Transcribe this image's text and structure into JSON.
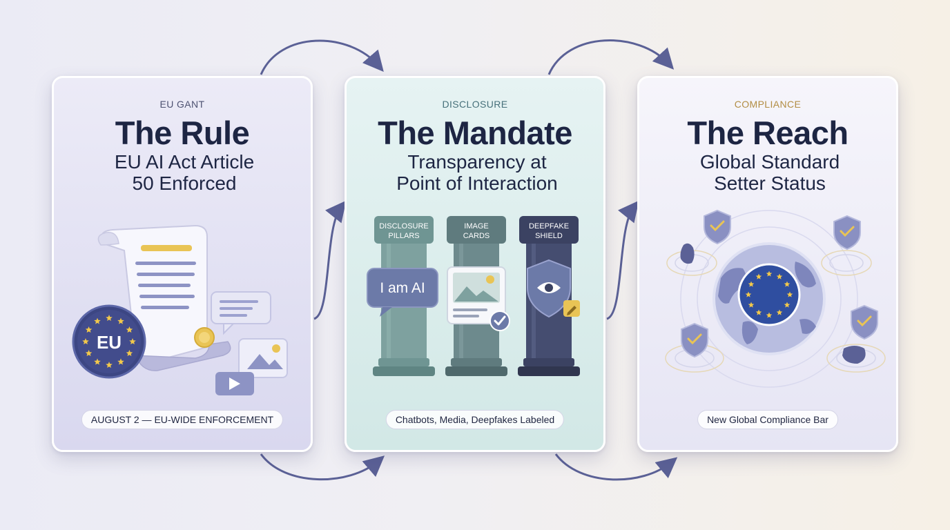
{
  "cards": [
    {
      "eyebrow": "EU GANT",
      "title": "The Rule",
      "subtitle_line1": "EU AI Act Article",
      "subtitle_line2": "50 Enforced",
      "footer": "AUGUST 2 — EU-WIDE ENFORCEMENT",
      "seal_label": "EU",
      "icons": [
        "document-scroll-icon",
        "eu-seal-icon",
        "chat-bubble-icon",
        "image-icon",
        "video-play-icon",
        "wax-seal-icon"
      ]
    },
    {
      "eyebrow": "DISCLOSURE",
      "title": "The Mandate",
      "subtitle_line1": "Transparency at",
      "subtitle_line2": "Point of Interaction",
      "footer": "Chatbots, Media, Deepfakes Labeled",
      "pillars": [
        {
          "label_line1": "DISCLOSURE",
          "label_line2": "PILLARS",
          "badge": "I am AI",
          "color": "#6f9593"
        },
        {
          "label_line1": "IMAGE",
          "label_line2": "CARDS",
          "color": "#5f7b7e"
        },
        {
          "label_line1": "DEEPFAKE",
          "label_line2": "SHIELD",
          "color": "#3b4262"
        }
      ],
      "icons": [
        "speech-bubble-icon",
        "image-card-icon",
        "check-badge-icon",
        "shield-eye-icon",
        "pencil-icon"
      ]
    },
    {
      "eyebrow": "COMPLIANCE",
      "title": "The Reach",
      "subtitle_line1": "Global Standard",
      "subtitle_line2": "Setter Status",
      "footer": "New Global Compliance Bar",
      "icons": [
        "globe-icon",
        "eu-flag-icon",
        "shield-check-icon"
      ]
    }
  ],
  "colors": {
    "navy": "#1d2543",
    "accent_blue": "#5b6196",
    "eu_blue": "#2f4ea0",
    "eu_gold": "#f2c84b",
    "teal": "#6f9593",
    "gold_label": "#b28d43"
  }
}
